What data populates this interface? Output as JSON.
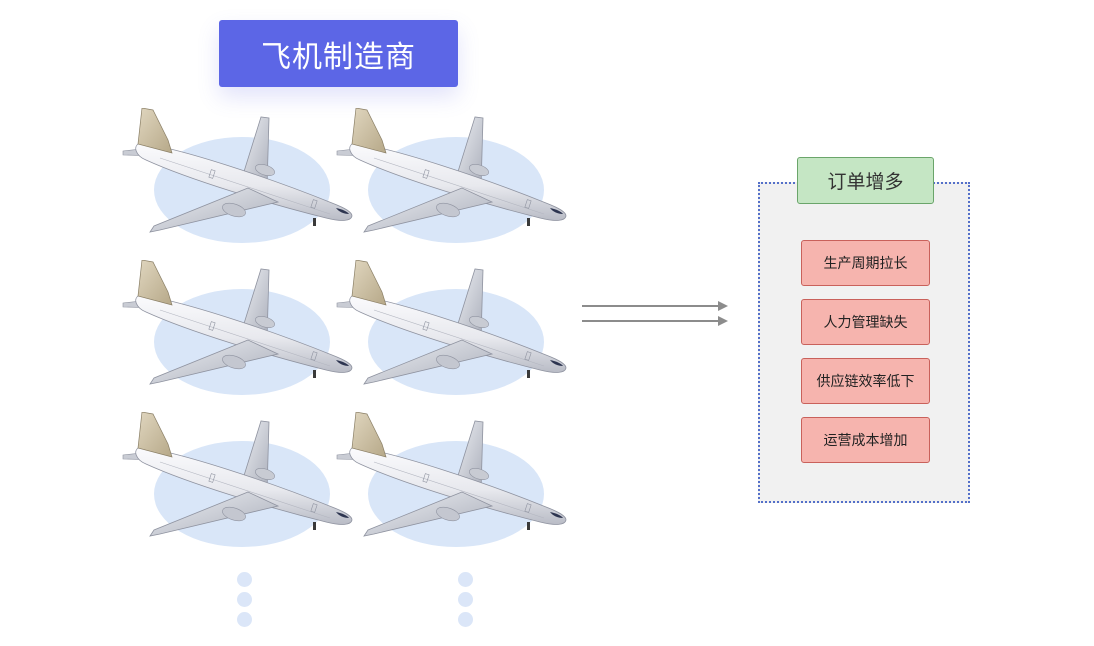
{
  "header": {
    "title": "飞机制造商"
  },
  "panel": {
    "title": "订单增多",
    "items": [
      "生产周期拉长",
      "人力管理缺失",
      "供应链效率低下",
      "运营成本增加"
    ]
  },
  "colors": {
    "title_bg": "#5c66e6",
    "plane_shadow": "#d9e6f8",
    "panel_title_bg": "#c5e6c4",
    "issue_bg": "#f6b4ae",
    "panel_border": "#5470c9",
    "arrow": "#8c8c8c"
  },
  "icons": {
    "plane": "airplane-icon",
    "more": "ellipsis-dots-icon",
    "arrow": "right-arrow-icon"
  }
}
